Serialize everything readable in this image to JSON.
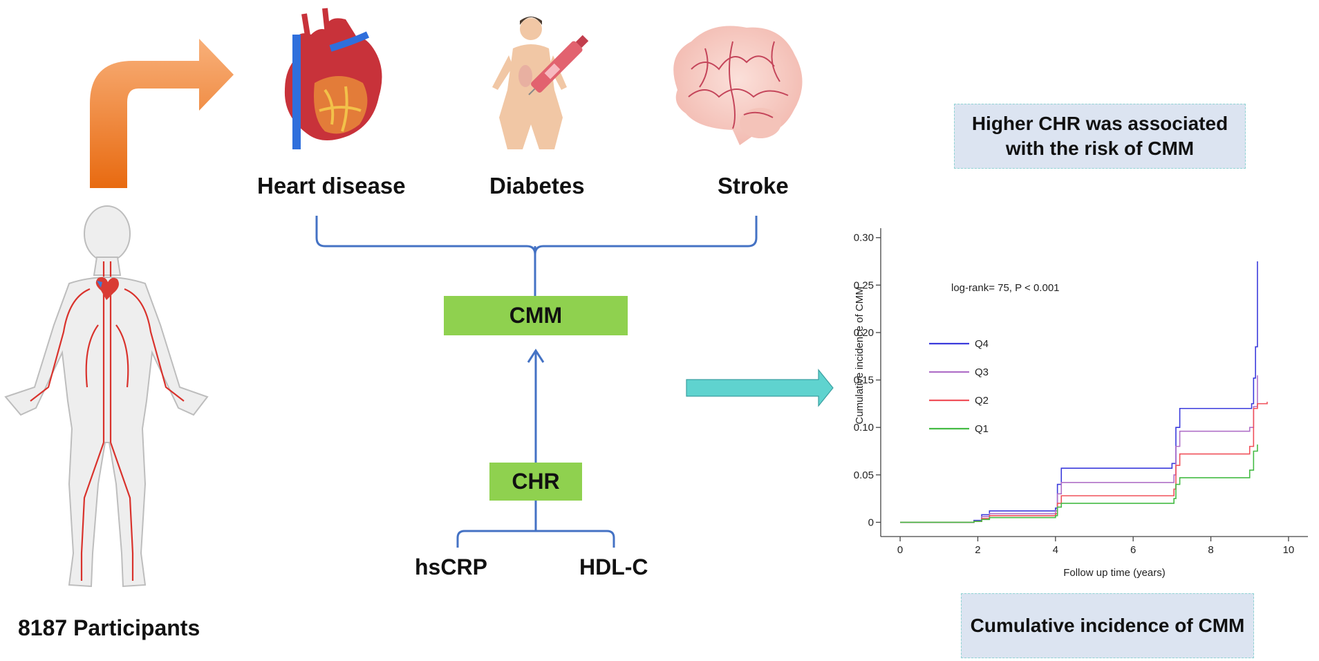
{
  "labels": {
    "heart_disease": "Heart disease",
    "diabetes": "Diabetes",
    "stroke": "Stroke",
    "participants": "8187 Participants",
    "cmm": "CMM",
    "chr": "CHR",
    "hscrp": "hsCRP",
    "hdlc": "HDL-C",
    "finding_line1": "Higher CHR was associated",
    "finding_line2": "with the risk of CMM",
    "chart_caption": "Cumulative incidence of CMM"
  },
  "colors": {
    "green_box": "#8fd14f",
    "bracket_blue": "#4472c4",
    "note_fill": "#dce4f1",
    "arrow_orange": "#f07a23",
    "arrow_teal": "#5fd3cf"
  },
  "icons": [
    "human-circulatory-icon",
    "heart-icon",
    "diabetes-person-icon",
    "insulin-pen-icon",
    "brain-icon"
  ],
  "chart_data": {
    "type": "line",
    "title": "",
    "xlabel": "Follow up time (years)",
    "ylabel": "Cumulative incidence of CMM",
    "xlim": [
      -0.5,
      10.5
    ],
    "ylim": [
      -0.015,
      0.31
    ],
    "xticks": [
      0,
      2,
      4,
      6,
      8,
      10
    ],
    "yticks": [
      0,
      0.05,
      0.1,
      0.15,
      0.2,
      0.25,
      0.3
    ],
    "ytick_labels": [
      "0",
      "0.05",
      "0.10",
      "0.15",
      "0.20",
      "0.25",
      "0.30"
    ],
    "annotation": "log-rank= 75, P < 0.001",
    "legend_position": "left",
    "grid": false,
    "series": [
      {
        "name": "Q4",
        "color": "#3b3bdc",
        "points": [
          [
            0,
            0
          ],
          [
            1.9,
            0.002
          ],
          [
            2.1,
            0.008
          ],
          [
            2.3,
            0.012
          ],
          [
            4.0,
            0.015
          ],
          [
            4.05,
            0.04
          ],
          [
            4.15,
            0.057
          ],
          [
            6.85,
            0.057
          ],
          [
            7.0,
            0.062
          ],
          [
            7.1,
            0.1
          ],
          [
            7.2,
            0.12
          ],
          [
            8.6,
            0.12
          ],
          [
            8.9,
            0.12
          ],
          [
            9.05,
            0.125
          ],
          [
            9.1,
            0.152
          ],
          [
            9.15,
            0.185
          ],
          [
            9.2,
            0.275
          ]
        ]
      },
      {
        "name": "Q3",
        "color": "#b070c8",
        "points": [
          [
            0,
            0
          ],
          [
            1.9,
            0.001
          ],
          [
            2.1,
            0.006
          ],
          [
            2.3,
            0.009
          ],
          [
            4.0,
            0.012
          ],
          [
            4.05,
            0.03
          ],
          [
            4.15,
            0.042
          ],
          [
            6.85,
            0.042
          ],
          [
            7.05,
            0.05
          ],
          [
            7.1,
            0.08
          ],
          [
            7.2,
            0.096
          ],
          [
            8.9,
            0.096
          ],
          [
            9.0,
            0.1
          ],
          [
            9.1,
            0.122
          ],
          [
            9.2,
            0.155
          ]
        ]
      },
      {
        "name": "Q2",
        "color": "#f0505a",
        "points": [
          [
            0,
            0
          ],
          [
            1.9,
            0.001
          ],
          [
            2.1,
            0.004
          ],
          [
            2.3,
            0.007
          ],
          [
            4.0,
            0.009
          ],
          [
            4.05,
            0.02
          ],
          [
            4.15,
            0.028
          ],
          [
            6.85,
            0.028
          ],
          [
            7.05,
            0.035
          ],
          [
            7.1,
            0.06
          ],
          [
            7.2,
            0.072
          ],
          [
            8.9,
            0.072
          ],
          [
            9.0,
            0.08
          ],
          [
            9.1,
            0.12
          ],
          [
            9.2,
            0.125
          ],
          [
            9.45,
            0.127
          ]
        ]
      },
      {
        "name": "Q1",
        "color": "#44bb44",
        "points": [
          [
            0,
            0
          ],
          [
            1.9,
            0.001
          ],
          [
            2.1,
            0.003
          ],
          [
            2.3,
            0.005
          ],
          [
            4.0,
            0.007
          ],
          [
            4.05,
            0.016
          ],
          [
            4.15,
            0.02
          ],
          [
            6.85,
            0.02
          ],
          [
            7.05,
            0.025
          ],
          [
            7.1,
            0.04
          ],
          [
            7.2,
            0.047
          ],
          [
            8.9,
            0.047
          ],
          [
            9.0,
            0.055
          ],
          [
            9.1,
            0.075
          ],
          [
            9.2,
            0.082
          ]
        ]
      }
    ]
  }
}
